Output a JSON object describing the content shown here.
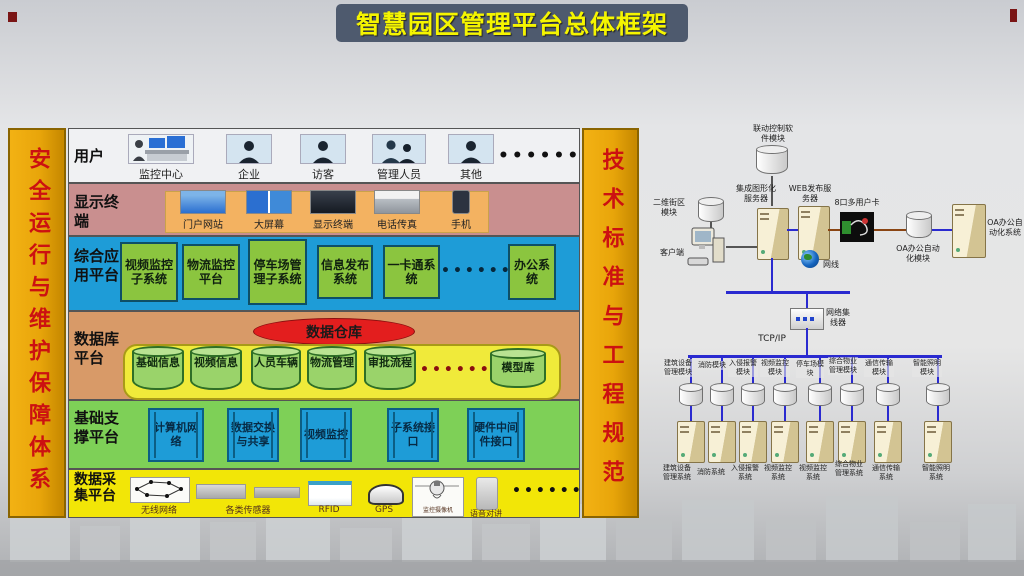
{
  "title": "智慧园区管理平台总体框架",
  "colors": {
    "banner_bg": "#4e5a6e",
    "banner_text": "#f5f500",
    "pillar": "#e8a50a",
    "pillar_text": "#cc1111",
    "app_row": "#1e9cd7",
    "app_box": "#8bc53f",
    "db_row": "#d89a68",
    "warehouse_ellipse": "#e31e1e",
    "db_container": "#f0ea3a",
    "db_cylinder": "#9ad36a",
    "support_row": "#7ed057",
    "support_box": "#1e9cd7",
    "collect_row": "#f2e607",
    "display_row": "#c98f8f",
    "display_box": "#f3b261",
    "bus_line": "#2a2ad0"
  },
  "left": {
    "pillar_left": "安全运行与维护保障体系",
    "pillar_right": "技术标准与工程规范",
    "rows": {
      "users": {
        "label": "用户",
        "items": [
          "监控中心",
          "企业",
          "访客",
          "管理人员",
          "其他"
        ],
        "dots": "••••••"
      },
      "display": {
        "label": "显示终端",
        "items": [
          "门户网站",
          "大屏幕",
          "显示终端",
          "电话传真",
          "手机"
        ]
      },
      "apps": {
        "label": "综合应用平台",
        "boxes": [
          "视频监控子系统",
          "物流监控平台",
          "停车场管理子系统",
          "信息发布系统",
          "一卡通系统",
          "办公系统"
        ],
        "dots": "••••••"
      },
      "database": {
        "label": "数据库平台",
        "warehouse": "数据仓库",
        "cylinders": [
          "基础信息",
          "视频信息",
          "人员车辆",
          "物流管理",
          "审批流程",
          "模型库"
        ],
        "dots": "••••••"
      },
      "support": {
        "label": "基础支撑平台",
        "boxes": [
          "计算机网络",
          "数据交换与共享",
          "视频监控",
          "子系统接口",
          "硬件中间件接口"
        ]
      },
      "collect": {
        "label": "数据采集平台",
        "items": [
          "无线网络",
          "各类传感器",
          "RFID",
          "GPS",
          "监控摄像机",
          "语音对讲"
        ],
        "dots": "••••••"
      }
    }
  },
  "topology": {
    "labels": {
      "linkage_module": "联动控制软件模块",
      "block2d_module": "二维街区模块",
      "client": "客户端",
      "graphics_server": "集成图形化服务器",
      "web_server": "WEB发布服务器",
      "multiuser_card": "8口多用户卡",
      "network_cable": "网线",
      "oa_module": "OA办公自动化模块",
      "oa_system": "OA办公自动化系统",
      "hub": "网络集线器",
      "protocol": "TCP/IP"
    },
    "modules": [
      "建筑设备管理模块",
      "消防模块",
      "入侵报警模块",
      "视频监控模块",
      "停车场模块",
      "综合物业管理模块",
      "通信传输模块",
      "智能照明模块"
    ],
    "systems": [
      "建筑设备管理系统",
      "消防系统",
      "入侵报警系统",
      "视频监控系统",
      "视频监控系统",
      "综合物业管理系统",
      "通信传输系统",
      "智能照明系统"
    ]
  }
}
